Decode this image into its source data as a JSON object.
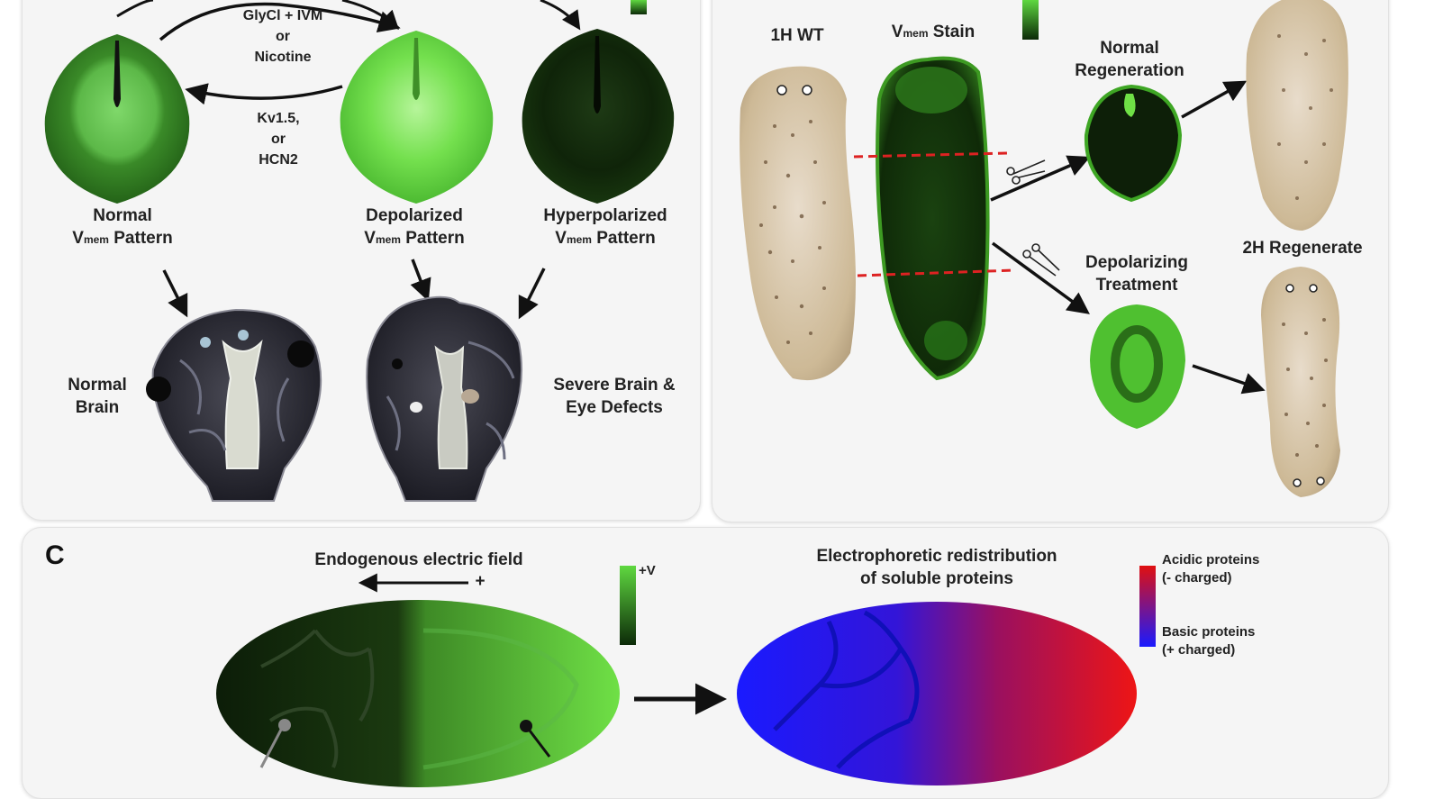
{
  "panel_a": {
    "treatment_depolarize": [
      "GlyCl + IVM",
      "or",
      "Nicotine"
    ],
    "treatment_hyperpolarize": [
      "Kv1.5,",
      "or",
      "HCN2"
    ],
    "pattern_normal": {
      "line1": "Normal",
      "v": "V",
      "sub": "mem",
      "rest": " Pattern"
    },
    "pattern_depolarized": {
      "line1": "Depolarized",
      "v": "V",
      "sub": "mem",
      "rest": " Pattern"
    },
    "pattern_hyperpolarized": {
      "line1": "Hyperpolarized",
      "v": "V",
      "sub": "mem",
      "rest": " Pattern"
    },
    "normal_brain": [
      "Normal",
      "Brain"
    ],
    "defects": [
      "Severe Brain &",
      "Eye Defects"
    ]
  },
  "panel_b": {
    "wt_label": "1H WT",
    "stain_label": {
      "v": "V",
      "sub": "mem",
      "rest": " Stain"
    },
    "normal_regen": [
      "Normal",
      "Regeneration"
    ],
    "depol_treatment": [
      "Depolarizing",
      "Treatment"
    ],
    "regenerate_2h": "2H Regenerate"
  },
  "panel_c": {
    "letter": "C",
    "field_label": "Endogenous electric field",
    "plus_sign": "+",
    "voltage_label": "+V",
    "redistribution": [
      "Electrophoretic redistribution",
      "of soluble proteins"
    ],
    "acidic": [
      "Acidic proteins",
      "(- charged)"
    ],
    "basic": [
      "Basic proteins",
      "(+ charged)"
    ]
  },
  "colors": {
    "bright_green": "#5fd840",
    "dark_green": "#0c2a08",
    "red": "#e01010",
    "blue": "#1a1aff",
    "flatworm": "#d9c8ae",
    "cut_line": "#dd2222"
  }
}
